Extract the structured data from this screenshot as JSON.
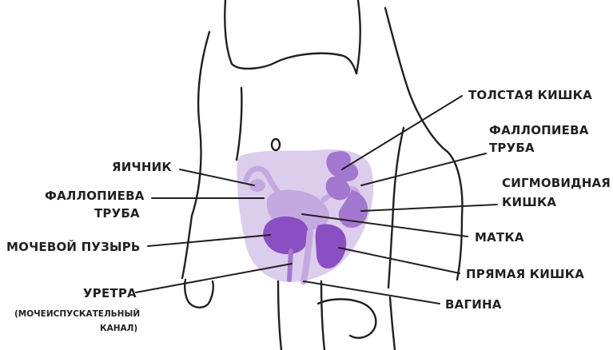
{
  "colors": {
    "outline": "#231f20",
    "pelvis": "#dccdec",
    "organ_light": "#c4a9e0",
    "organ_mid": "#a377cf",
    "organ_dark": "#8a4fc2"
  },
  "labels": {
    "ovary": "ЯИЧНИК",
    "fallopian_left_1": "ФАЛЛОПИЕВА",
    "fallopian_left_2": "ТРУБА",
    "bladder": "МОЧЕВОЙ ПУЗЫРЬ",
    "urethra": "УРЕТРА",
    "urethra_note_1": "(МОЧЕИСПУСКАТЕЛЬНЫЙ",
    "urethra_note_2": "КАНАЛ)",
    "colon": "ТОЛСТАЯ КИШКА",
    "fallopian_right_1": "ФАЛЛОПИЕВА",
    "fallopian_right_2": "ТРУБА",
    "sigmoid_1": "СИГМОВИДНАЯ",
    "sigmoid_2": "КИШКА",
    "uterus": "МАТКА",
    "rectum": "ПРЯМАЯ КИШКА",
    "vagina": "ВАГИНА"
  }
}
